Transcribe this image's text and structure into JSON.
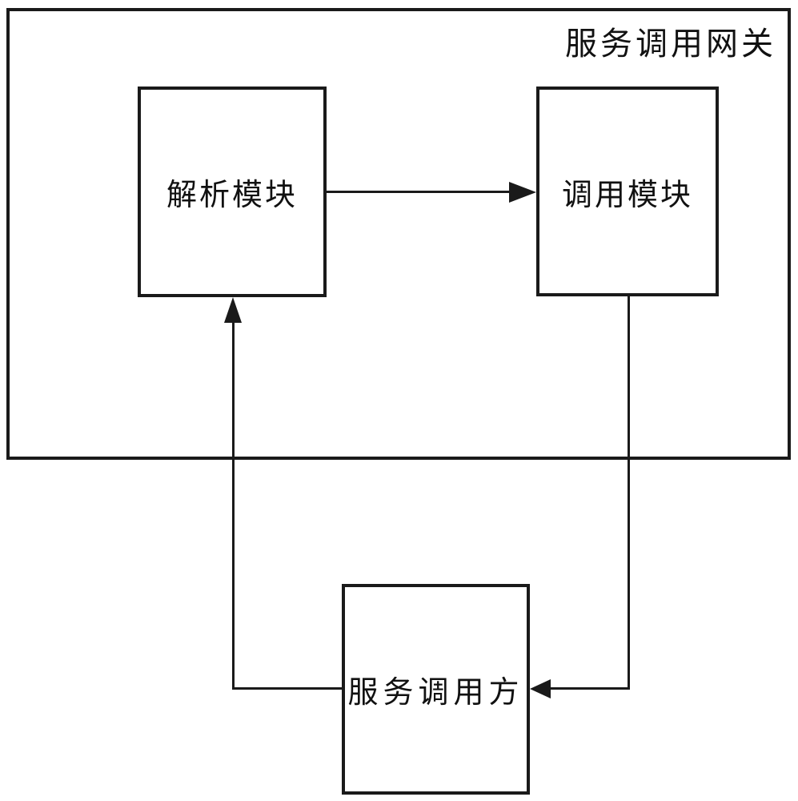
{
  "diagram": {
    "type": "block-diagram",
    "background_color": "#ffffff",
    "line_color": "#1a1a1a",
    "gateway": {
      "label": "服务调用网关"
    },
    "modules": {
      "parse": {
        "label": "解析模块"
      },
      "call": {
        "label": "调用模块"
      }
    },
    "caller": {
      "label": "服务调用方"
    },
    "connections": [
      {
        "id": "parse-to-call",
        "from": "解析模块",
        "to": "调用模块",
        "route": "right",
        "arrow": "right"
      },
      {
        "id": "call-to-caller",
        "from": "调用模块",
        "to": "服务调用方",
        "route": "down-left",
        "arrow": "left"
      },
      {
        "id": "caller-to-parse",
        "from": "服务调用方",
        "to": "解析模块",
        "route": "left-up",
        "arrow": "up"
      }
    ]
  }
}
